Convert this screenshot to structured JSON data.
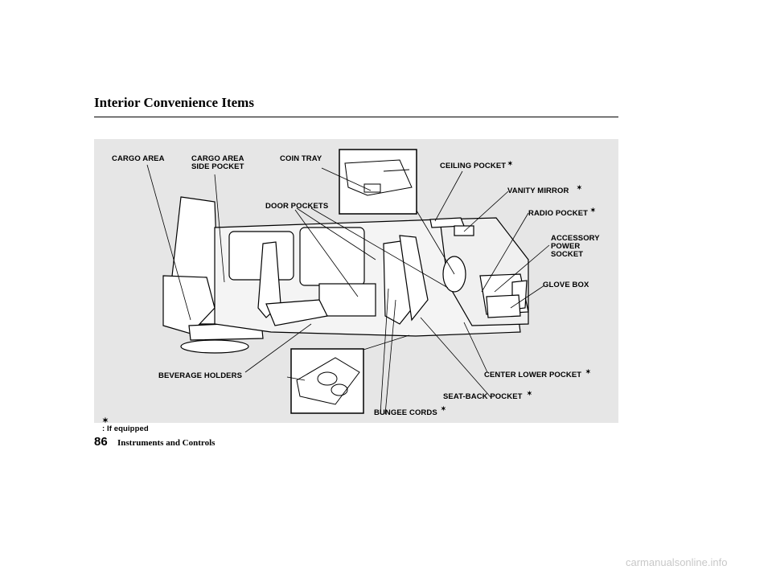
{
  "page": {
    "title": "Interior Convenience Items",
    "page_number": "86",
    "section": "Instruments and Controls",
    "watermark": "carmanualsonline.info"
  },
  "legend": {
    "symbol": "✶",
    "text": ": If equipped"
  },
  "labels": {
    "cargo_area": "CARGO AREA",
    "cargo_side_pocket": "CARGO AREA\nSIDE POCKET",
    "coin_tray": "COIN TRAY",
    "door_pockets": "DOOR POCKETS",
    "ceiling_pocket": "CEILING POCKET",
    "vanity_mirror": "VANITY MIRROR",
    "radio_pocket": "RADIO POCKET",
    "accessory_socket": "ACCESSORY\nPOWER\nSOCKET",
    "glove_box": "GLOVE BOX",
    "beverage_holders": "BEVERAGE HOLDERS",
    "center_lower_pocket": "CENTER LOWER POCKET",
    "seat_back_pocket": "SEAT-BACK POCKET",
    "bungee_cords": "BUNGEE CORDS"
  }
}
